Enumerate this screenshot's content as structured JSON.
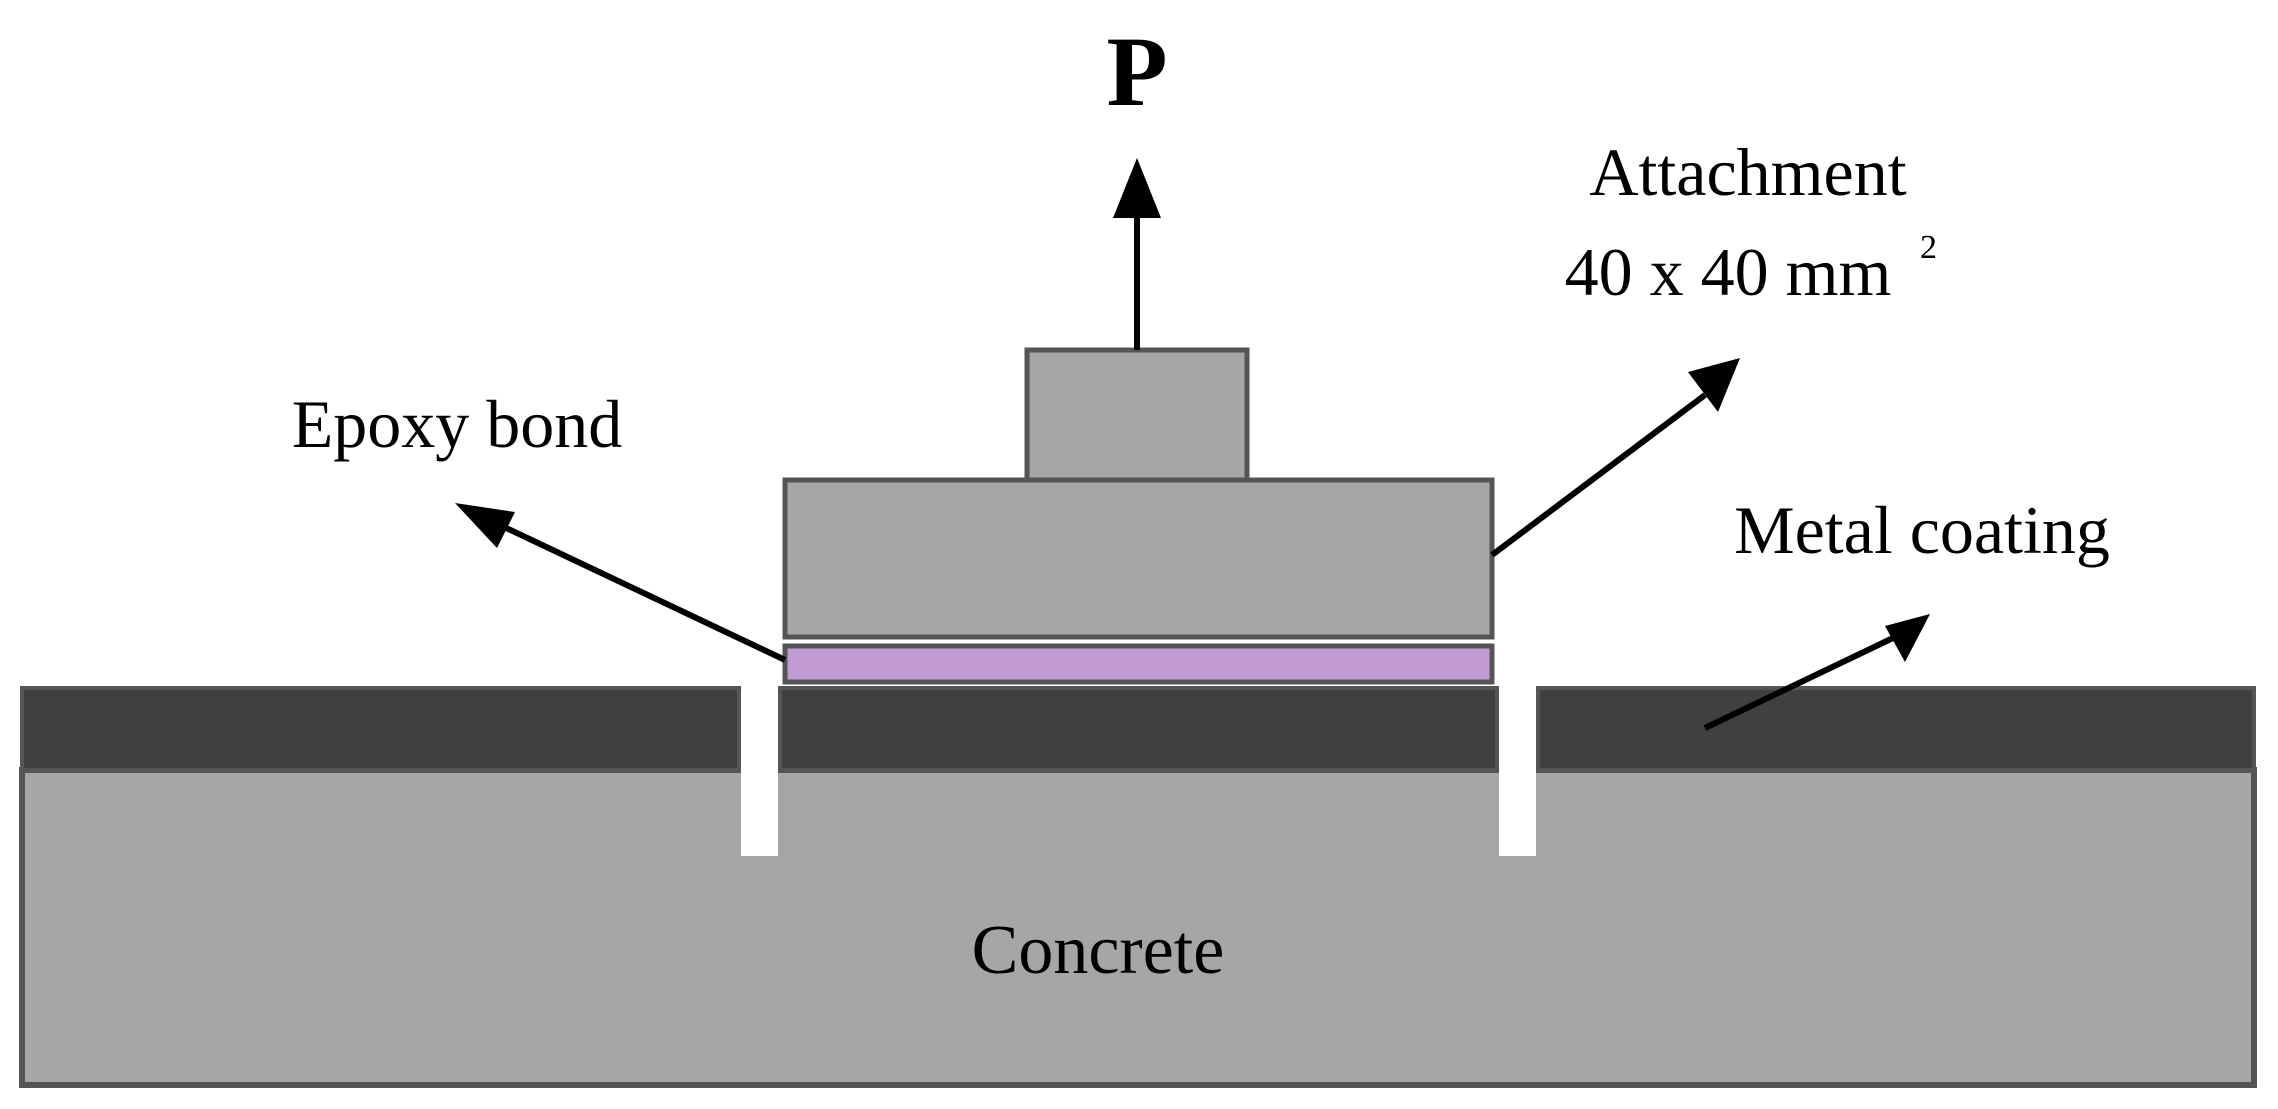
{
  "labels": {
    "load": "P",
    "attachment_line1": "Attachment",
    "attachment_line2_main": "40 x 40 mm",
    "attachment_line2_sup": "2",
    "epoxy": "Epoxy bond",
    "metal": "Metal coating",
    "concrete": "Concrete"
  },
  "colors": {
    "concrete": "#a6a6a6",
    "metal_coating": "#404040",
    "attachment": "#a6a6a6",
    "epoxy": "#c39bd3",
    "outline": "#555555",
    "arrow": "#000000"
  }
}
